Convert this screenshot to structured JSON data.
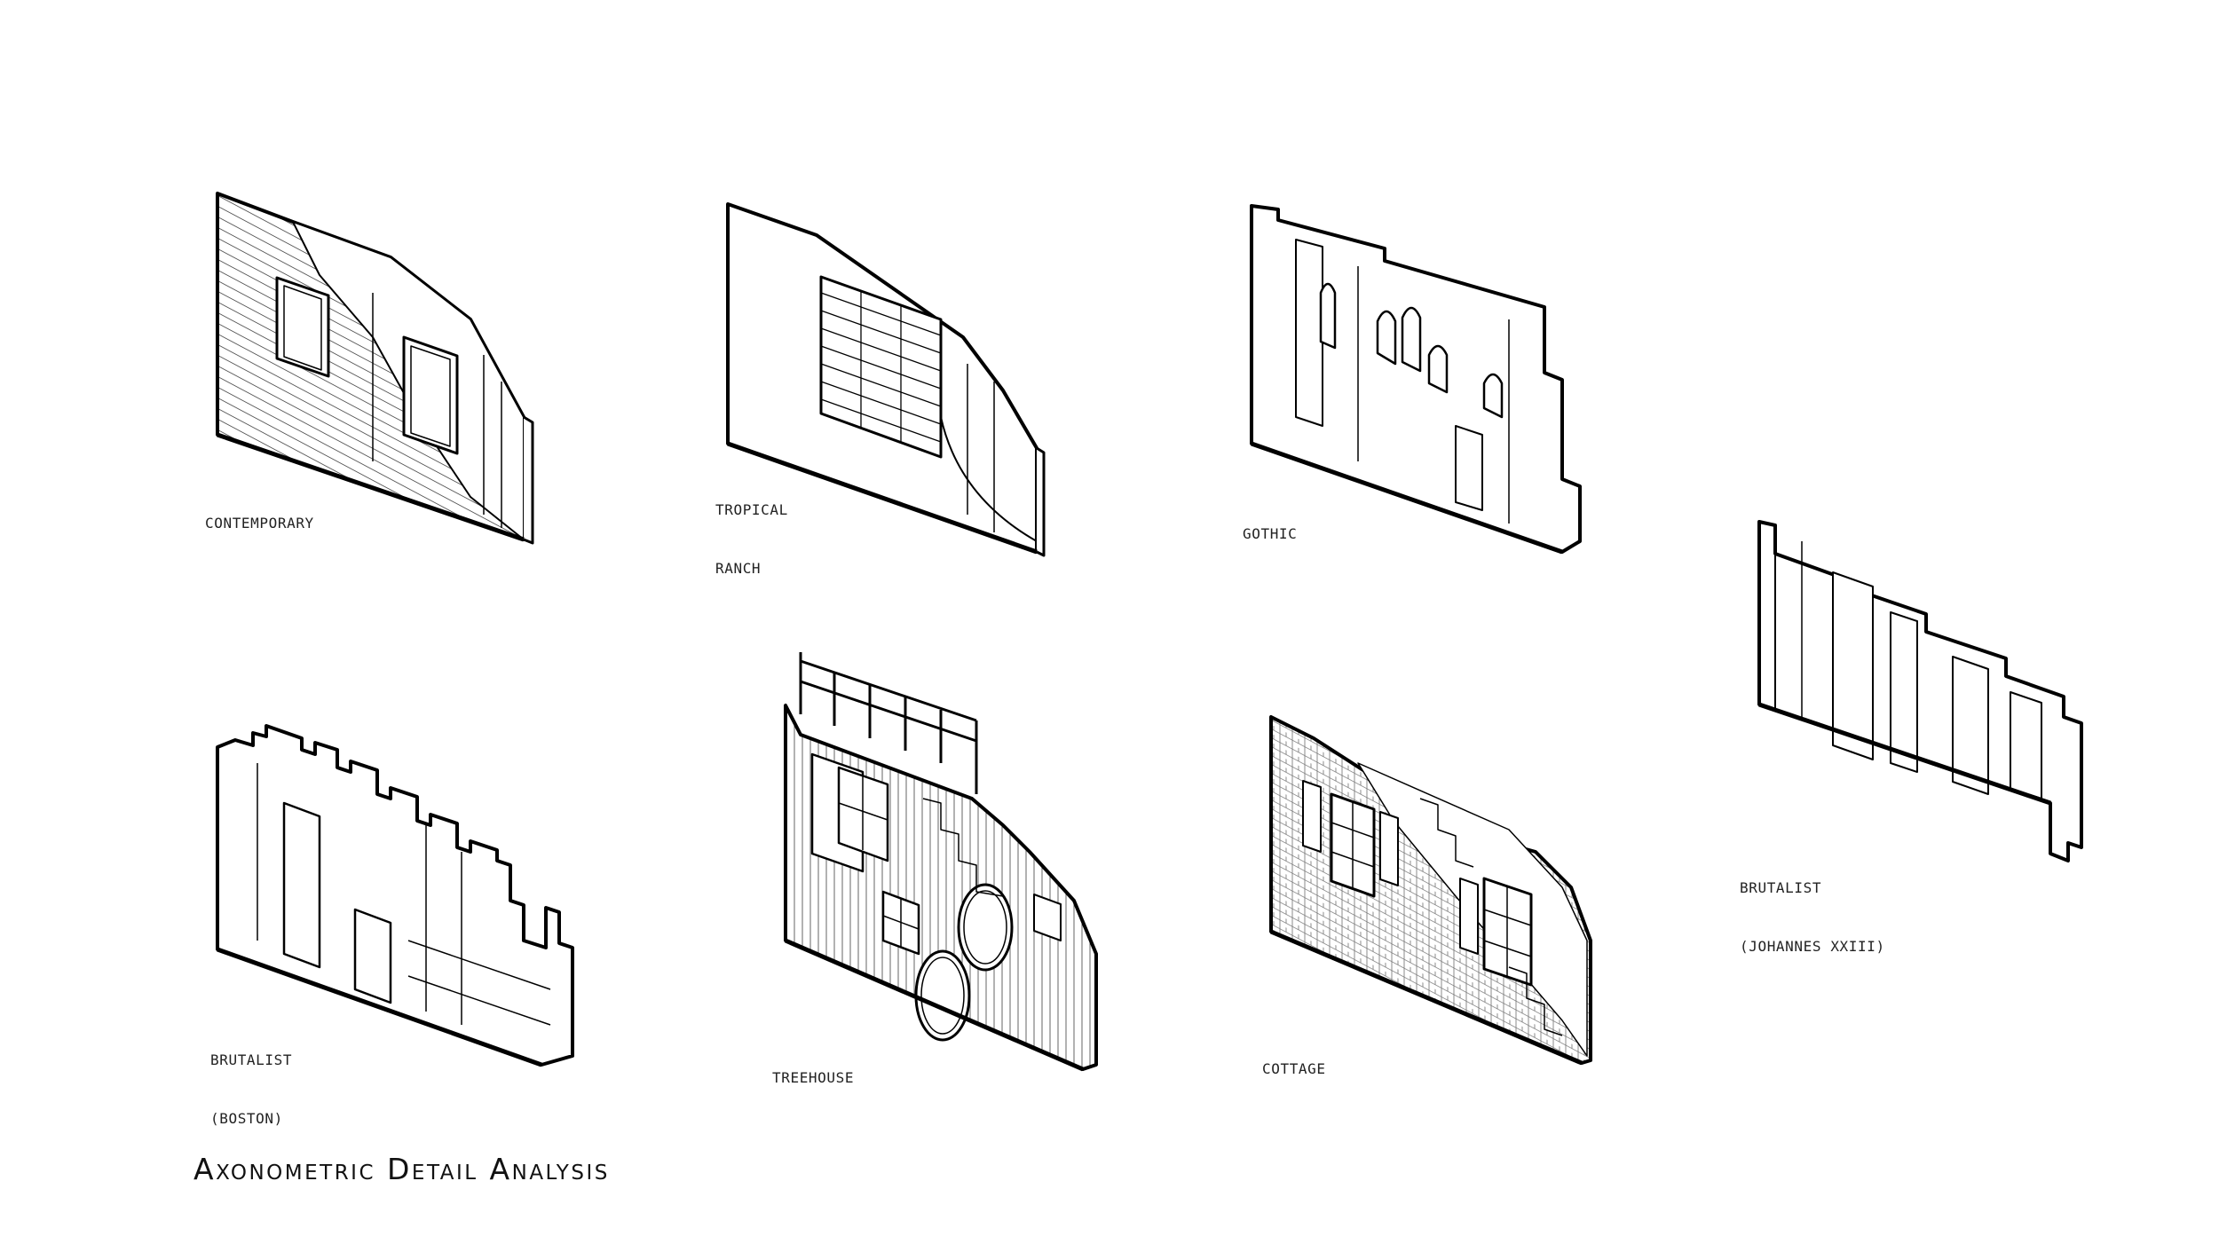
{
  "title": "Axonometric Detail Analysis",
  "colors": {
    "ink": "#000000",
    "paper": "#ffffff",
    "hatch": "#555555",
    "label": "#222222"
  },
  "walls": [
    {
      "id": "contemporary",
      "label_lines": [
        "CONTEMPORARY"
      ],
      "features": [
        "horizontal-siding",
        "window",
        "exposed-frame"
      ]
    },
    {
      "id": "tropical-ranch",
      "label_lines": [
        "TROPICAL",
        "RANCH"
      ],
      "features": [
        "smooth-cladding",
        "louvered-grid",
        "exposed-frame"
      ]
    },
    {
      "id": "gothic",
      "label_lines": [
        "GOTHIC"
      ],
      "features": [
        "pointed-arch-windows",
        "buttresses",
        "crenellated-top"
      ]
    },
    {
      "id": "brutalist-johannes",
      "label_lines": [
        "BRUTALIST",
        "(JOHANNES XXIII)"
      ],
      "features": [
        "concrete-panels",
        "deep-reveals"
      ]
    },
    {
      "id": "brutalist-boston",
      "label_lines": [
        "BRUTALIST",
        "(BOSTON)"
      ],
      "features": [
        "stepped-parapet",
        "projecting-blocks",
        "exposed-frame"
      ]
    },
    {
      "id": "treehouse",
      "label_lines": [
        "TREEHOUSE"
      ],
      "features": [
        "vertical-boards",
        "railing",
        "round-windows",
        "multi-pane-windows"
      ]
    },
    {
      "id": "cottage",
      "label_lines": [
        "COTTAGE"
      ],
      "features": [
        "brick-texture",
        "shutters",
        "multi-pane-windows",
        "stair-cut"
      ]
    }
  ]
}
